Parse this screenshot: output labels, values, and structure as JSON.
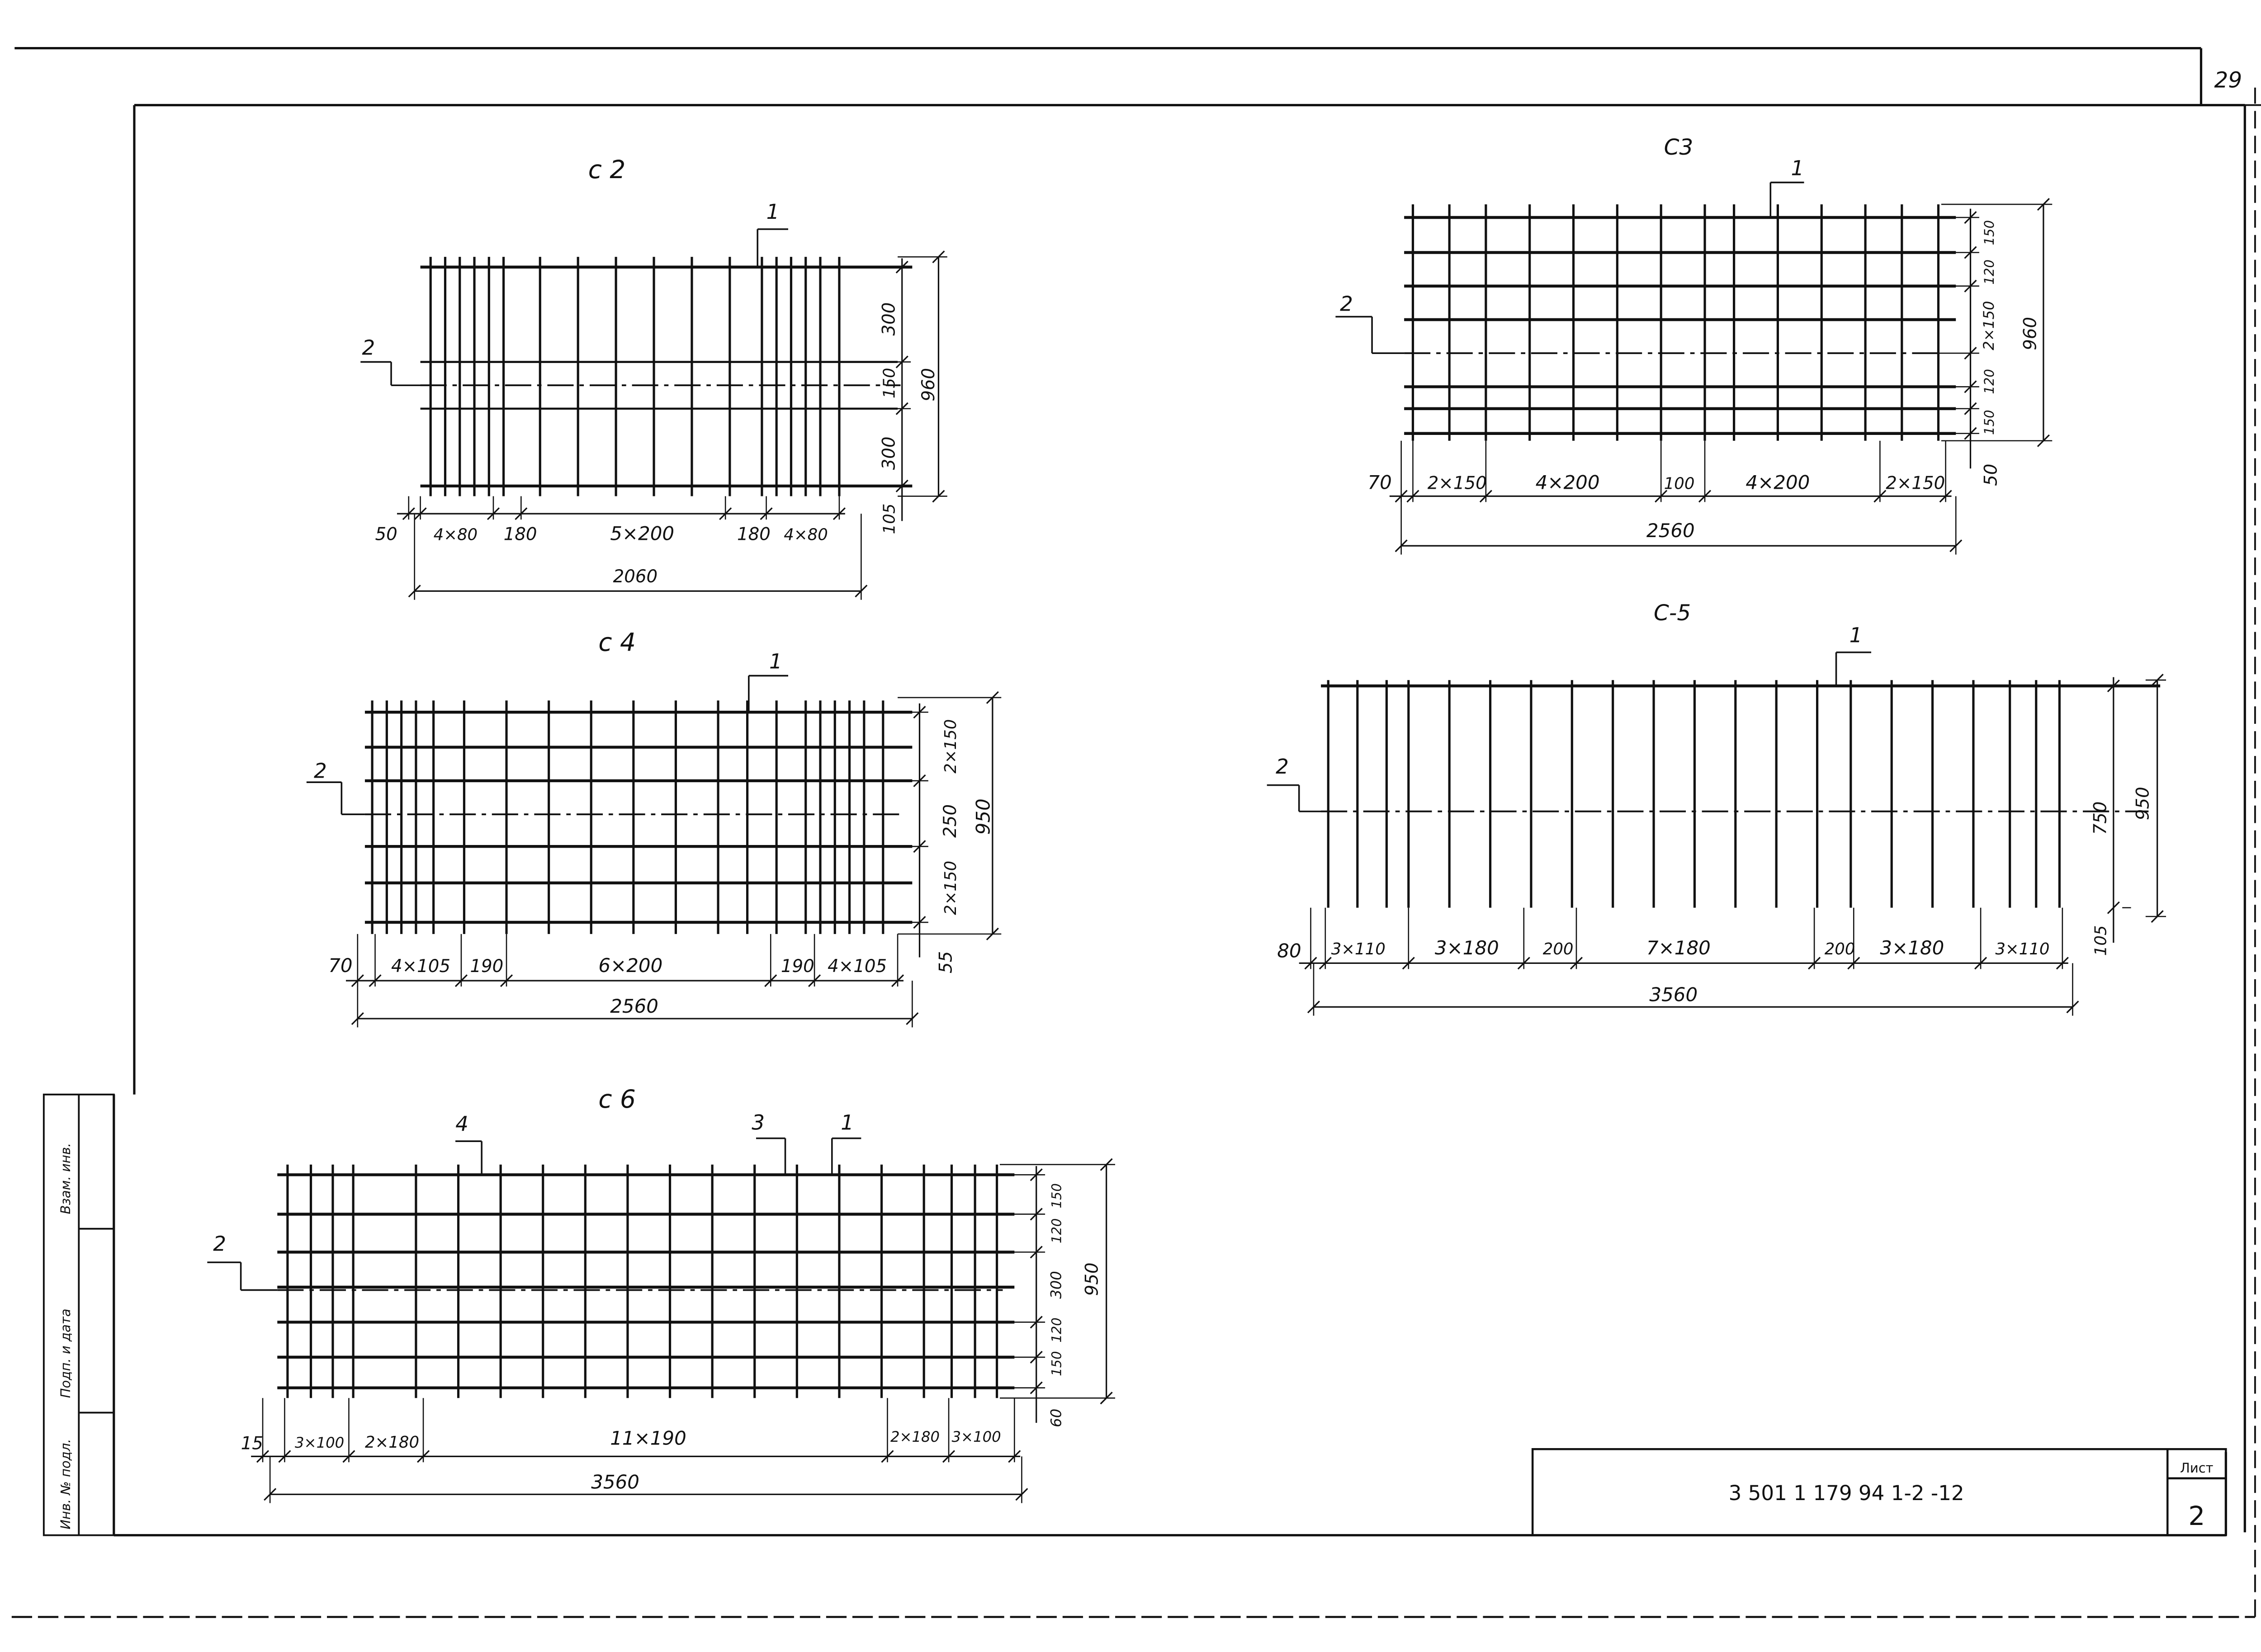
{
  "sheet": {
    "page_number": "29",
    "stamp_code": "3 501 1 179 94 1-2 -12",
    "list_label": "Лист",
    "list_number": "2",
    "side_labels": [
      "Взам. инв.",
      "Подп. и дата",
      "Инв. № подл."
    ]
  },
  "meshes": [
    {
      "id": "c2",
      "title": "с 2",
      "leader_labels": [
        "1",
        "2"
      ],
      "bottom_dims": [
        "50",
        "4×80",
        "180",
        "5×200",
        "180",
        "4×80"
      ],
      "total": "2060",
      "right_dims": [
        "300",
        "150",
        "300"
      ],
      "right_overall": "960",
      "right_extra": "105"
    },
    {
      "id": "c3",
      "title": "С3",
      "leader_labels": [
        "1",
        "2"
      ],
      "bottom_dims": [
        "70",
        "2×150",
        "4×200",
        "100",
        "4×200",
        "2×150"
      ],
      "total": "2560",
      "right_dims": [
        "150",
        "120",
        "2×150",
        "120",
        "150"
      ],
      "right_overall": "960",
      "right_extra": "50"
    },
    {
      "id": "c4",
      "title": "с 4",
      "leader_labels": [
        "1",
        "2"
      ],
      "bottom_dims": [
        "70",
        "4×105",
        "190",
        "6×200",
        "190",
        "4×105"
      ],
      "total": "2560",
      "right_dims": [
        "2×150",
        "250",
        "2×150"
      ],
      "right_overall": "950",
      "right_extra": "55"
    },
    {
      "id": "c5",
      "title": "С-5",
      "leader_labels": [
        "1",
        "2"
      ],
      "bottom_dims": [
        "80",
        "3×110",
        "3×180",
        "200",
        "7×180",
        "200",
        "3×180",
        "3×110"
      ],
      "total": "3560",
      "right_dims": [
        "750"
      ],
      "right_overall": "950",
      "right_extra": "105"
    },
    {
      "id": "c6",
      "title": "с 6",
      "leader_labels": [
        "4",
        "3",
        "1",
        "2"
      ],
      "bottom_dims": [
        "15",
        "3×100",
        "2×180",
        "11×190",
        "2×180",
        "3×100"
      ],
      "total": "3560",
      "right_dims": [
        "150",
        "120",
        "300",
        "120",
        "150"
      ],
      "right_overall": "950",
      "right_extra": "60"
    }
  ]
}
